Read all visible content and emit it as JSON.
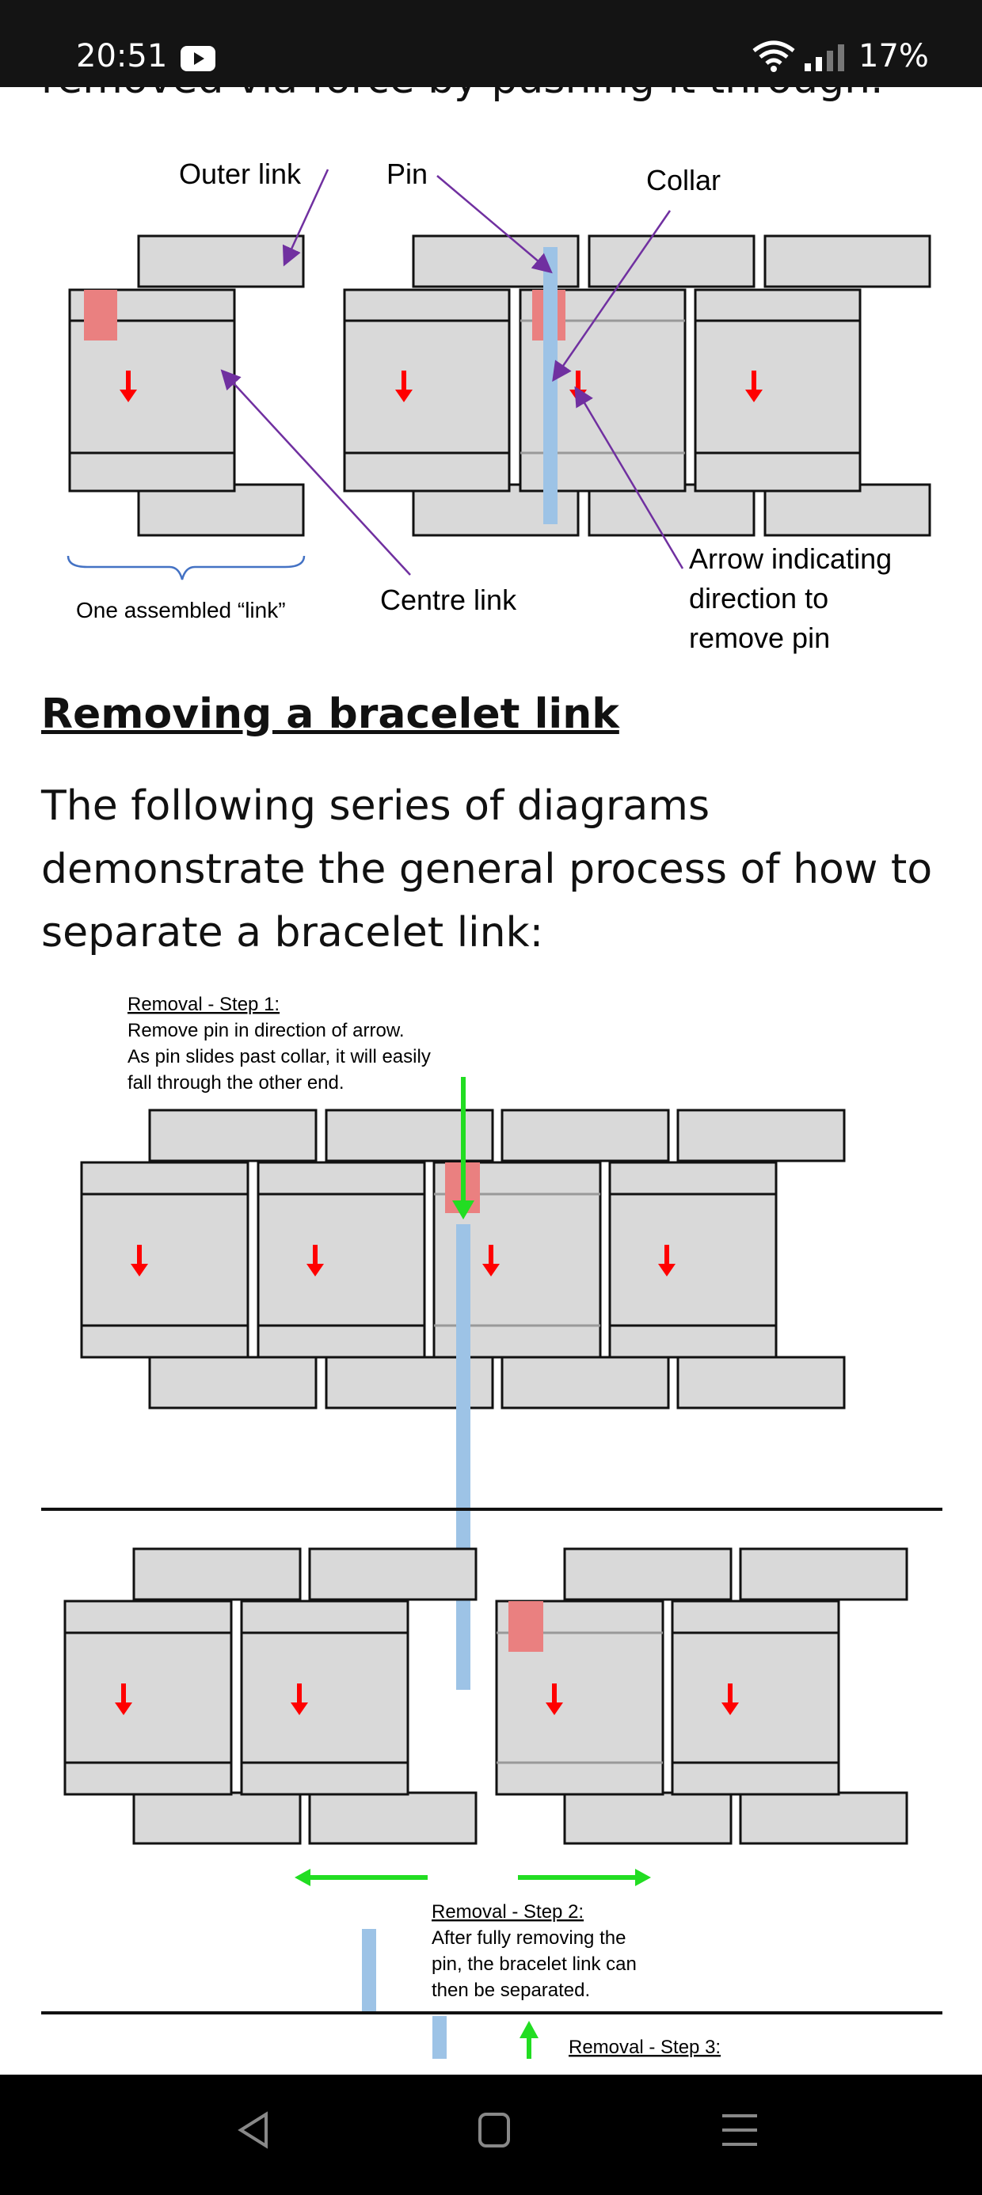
{
  "status_bar": {
    "time": "20:51",
    "battery": "17%",
    "icons": [
      "youtube-icon",
      "wifi-icon",
      "signal-icon"
    ]
  },
  "article": {
    "cut_line": "removed via force by pushing it through.",
    "heading": "Removing a bracelet link",
    "paragraph": "The following series of diagrams demonstrate the general process of how to separate a bracelet link:"
  },
  "diagram1": {
    "labels": {
      "outer_link": "Outer link",
      "pin": "Pin",
      "collar": "Collar",
      "one_assembled_link": "One assembled “link”",
      "centre_link": "Centre link",
      "arrow_line1": "Arrow indicating",
      "arrow_line2": "direction to",
      "arrow_line3": "remove pin"
    }
  },
  "diagram2": {
    "step1_title": "Removal - Step 1:",
    "step1_line1": "Remove pin in direction of arrow.",
    "step1_line2": "As pin slides past collar, it will easily",
    "step1_line3": "fall through the other end.",
    "step2_title": "Removal - Step 2:",
    "step2_line1": "After fully removing the",
    "step2_line2": "pin, the bracelet link can",
    "step2_line3": "then be separated.",
    "step3_title": "Removal - Step 3:"
  },
  "colors": {
    "link_fill": "#d9d9d9",
    "pin": "#9dc3e6",
    "collar": "#ea8080",
    "arrow_red": "#ff0000",
    "arrow_green": "#22dd22",
    "pointer": "#7030a0",
    "brace": "#4472c4"
  },
  "nav_bar": {
    "buttons": [
      "back-icon",
      "home-icon",
      "recents-icon"
    ]
  }
}
